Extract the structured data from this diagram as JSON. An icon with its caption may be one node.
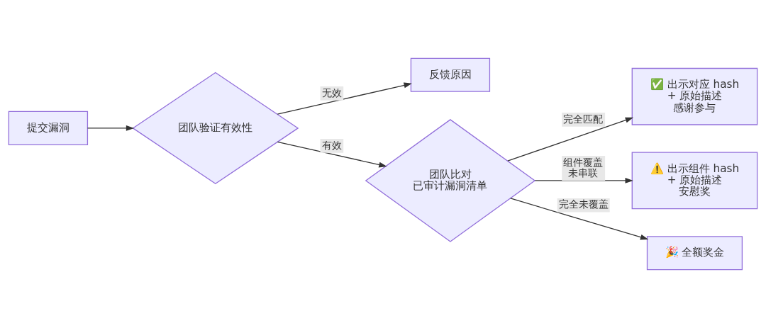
{
  "diagram": {
    "nodes": [
      {
        "text": [
          "提交漏洞"
        ]
      },
      {
        "text": [
          "团队验证有效性"
        ]
      },
      {
        "text": [
          "反馈原因"
        ]
      },
      {
        "text": [
          "团队比对",
          "已审计漏洞清单"
        ]
      },
      {
        "text": [
          "✅ 出示对应 hash",
          "+ 原始描述",
          "感谢参与"
        ]
      },
      {
        "text": [
          "⚠️ 出示组件 hash",
          "+ 原始描述",
          "安慰奖"
        ]
      },
      {
        "text": [
          "🎉 全额奖金"
        ]
      }
    ],
    "edges": [
      {
        "from": 0,
        "to": 1,
        "arrow": "to"
      },
      {
        "from": 1,
        "to": 2,
        "arrow": "to",
        "label": "无效"
      },
      {
        "from": 1,
        "to": 3,
        "arrow": "to",
        "label": "有效"
      },
      {
        "from": 3,
        "to": 4,
        "arrow": "to",
        "label": "完全匹配"
      },
      {
        "from": 3,
        "to": 5,
        "arrow": "to",
        "label": "组件覆盖未串联"
      },
      {
        "from": 3,
        "to": 6,
        "arrow": "to",
        "label": "完全未覆盖"
      }
    ]
  }
}
